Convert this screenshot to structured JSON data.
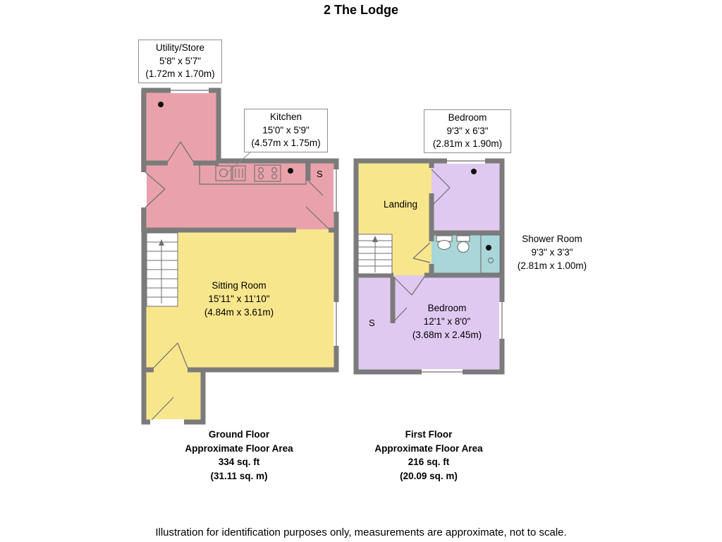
{
  "title": "2 The Lodge",
  "disclaimer": "Illustration for identification purposes only, measurements are approximate, not to scale.",
  "colors": {
    "wall": "#7b7b7b",
    "kitchen_pink": "#e9a2ab",
    "living_yellow": "#f8e68c",
    "bedroom_lilac": "#dfc9f1",
    "shower_teal": "#a9d6d9"
  },
  "ground_floor": {
    "utility": {
      "name": "Utility/Store",
      "size_imperial": "5'8\" x 5'7\"",
      "size_metric": "(1.72m x 1.70m)"
    },
    "kitchen": {
      "name": "Kitchen",
      "size_imperial": "15'0\" x 5'9\"",
      "size_metric": "(4.57m x 1.75m)"
    },
    "sitting_room": {
      "name": "Sitting Room",
      "size_imperial": "15'11\" x 11'10\"",
      "size_metric": "(4.84m x 3.61m)"
    },
    "store_label": "S",
    "summary": {
      "floor_name": "Ground Floor",
      "area_label": "Approximate Floor Area",
      "area_imperial": "334 sq. ft",
      "area_metric": "(31.11 sq. m)"
    }
  },
  "first_floor": {
    "bedroom_1": {
      "name": "Bedroom",
      "size_imperial": "9'3\" x 6'3\"",
      "size_metric": "(2.81m x 1.90m)"
    },
    "landing": {
      "name": "Landing"
    },
    "shower_room": {
      "name": "Shower Room",
      "size_imperial": "9'3\" x 3'3\"",
      "size_metric": "(2.81m x 1.00m)"
    },
    "bedroom_2": {
      "name": "Bedroom",
      "size_imperial": "12'1\" x 8'0\"",
      "size_metric": "(3.68m x 2.45m)"
    },
    "store_label": "S",
    "summary": {
      "floor_name": "First Floor",
      "area_label": "Approximate Floor Area",
      "area_imperial": "216 sq. ft",
      "area_metric": "(20.09 sq. m)"
    }
  }
}
